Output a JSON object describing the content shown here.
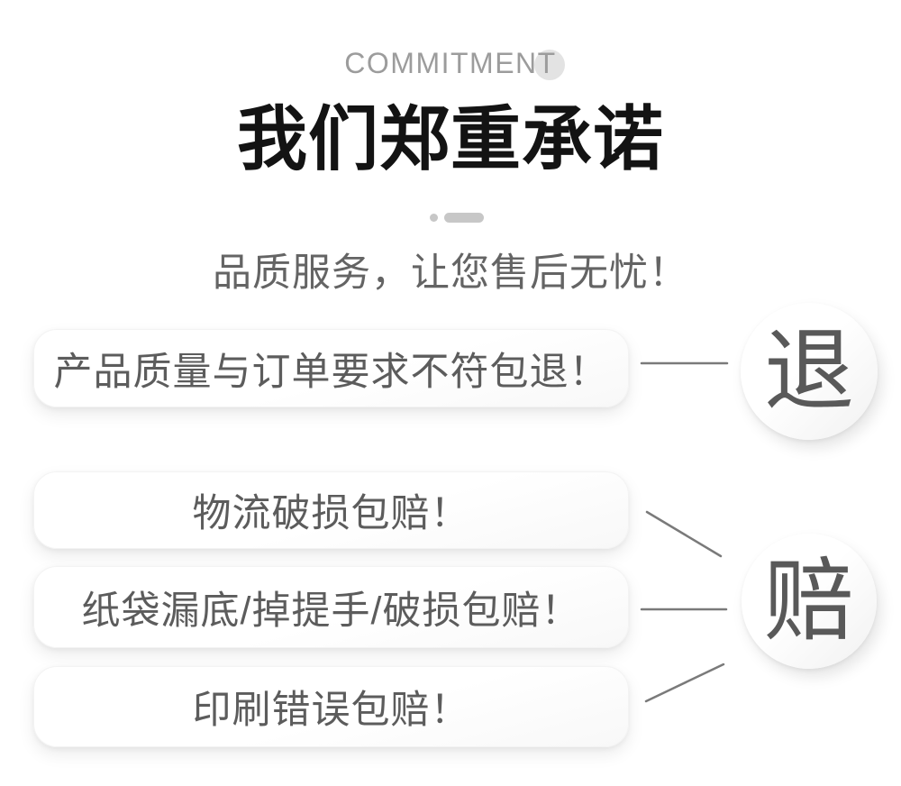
{
  "header": {
    "eyebrow": "COMMITMENT",
    "title": "我们郑重承诺",
    "subtitle": "品质服务，让您售后无忧！"
  },
  "guarantees": {
    "return_group": {
      "badge": "退",
      "items": [
        {
          "label": "产品质量与订单要求不符包退！"
        }
      ]
    },
    "compensate_group": {
      "badge": "赔",
      "items": [
        {
          "label": "物流破损包赔！"
        },
        {
          "label": "纸袋漏底/掉提手/破损包赔！"
        },
        {
          "label": "印刷错误包赔！"
        }
      ]
    }
  },
  "colors": {
    "page_background": "#ffffff",
    "eyebrow_text": "#9c9c9c",
    "eyebrow_accent_circle": "#e3e3e3",
    "title_text": "#131313",
    "divider": "#c7c7c7",
    "subtitle_text": "#646464",
    "pill_background": "#ffffff",
    "pill_text": "#5c5c5c",
    "badge_background": "#ffffff",
    "badge_text": "#595959",
    "connector_line": "#7a7a7a"
  }
}
